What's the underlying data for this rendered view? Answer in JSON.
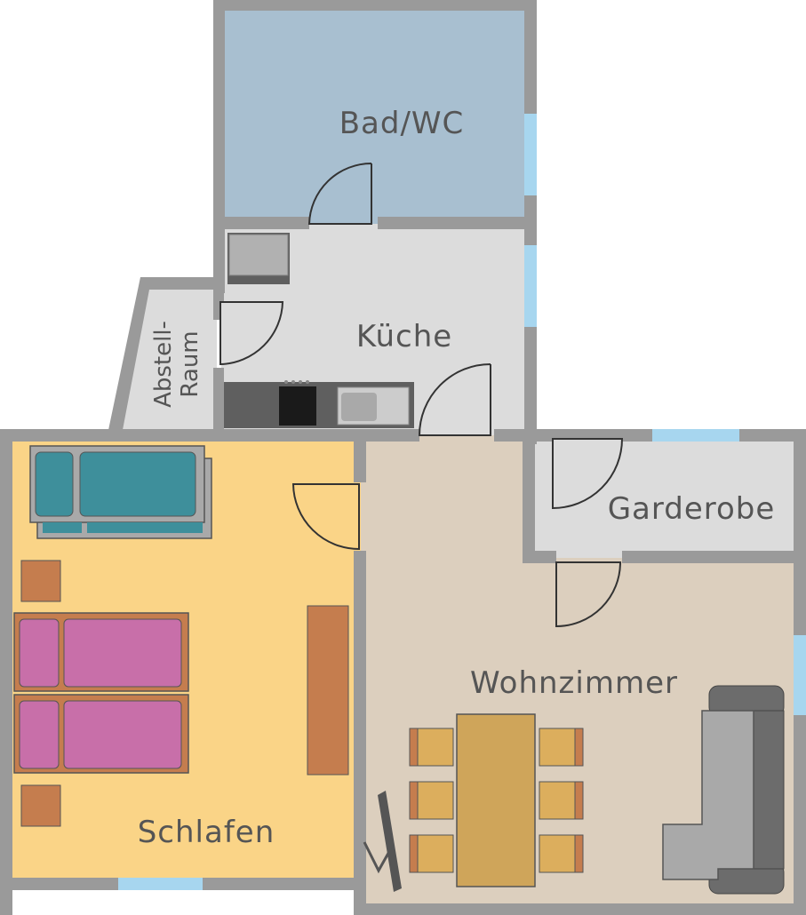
{
  "rooms": {
    "bad": "Bad/WC",
    "kueche": "Küche",
    "abstell_line1": "Abstell-",
    "abstell_line2": "Raum",
    "garderobe": "Garderobe",
    "wohnzimmer": "Wohnzimmer",
    "schlafen": "Schlafen"
  },
  "colors": {
    "wall": "#9a9a9a",
    "window": "#a7d6ef",
    "bad_floor": "#a8bfd0",
    "kitchen_floor": "#dcdcdc",
    "bedroom_floor": "#fad487",
    "living_floor": "#dccfbe",
    "sofa_bed": "#3e8f9b",
    "bed": "#c86fa9",
    "wood": "#c57d4e",
    "table": "#cfa55a",
    "chair": "#dcae5d",
    "sofa": "#a9a9a9",
    "sofa_dark": "#6c6c6c",
    "counter": "#5f5f5f",
    "text": "#555555"
  },
  "icons": [
    "door-swing-icon",
    "window-icon",
    "stove-icon",
    "sink-icon",
    "oven-icon",
    "bed-icon",
    "sofa-icon",
    "dining-table-icon",
    "chair-icon",
    "floor-lamp-icon"
  ]
}
